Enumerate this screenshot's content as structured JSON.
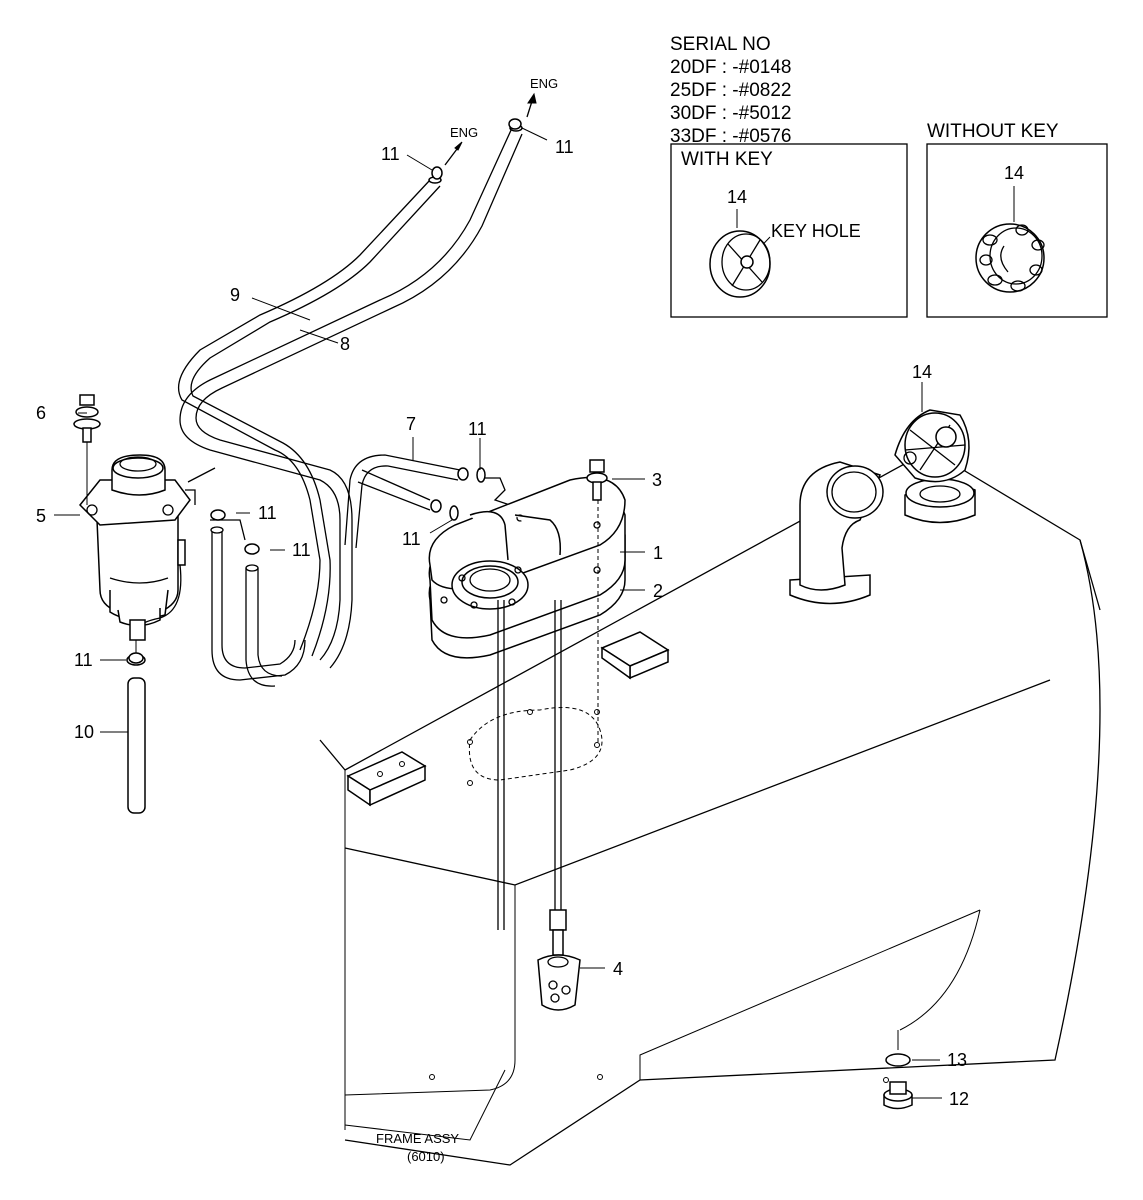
{
  "serial": {
    "heading": "SERIAL NO",
    "rows": [
      "20DF : -#0148",
      "25DF : -#0822",
      "30DF : -#5012",
      "33DF : -#0576"
    ]
  },
  "with_key": {
    "title": "WITH KEY",
    "part_no": "14",
    "key_hole": "KEY HOLE"
  },
  "without_key": {
    "title": "WITHOUT KEY",
    "part_no": "14"
  },
  "eng_labels": [
    "ENG",
    "ENG"
  ],
  "callouts": {
    "p1": "1",
    "p2": "2",
    "p3": "3",
    "p4": "4",
    "p5": "5",
    "p6": "6",
    "p7": "7",
    "p8": "8",
    "p9": "9",
    "p10": "10",
    "p11a": "11",
    "p11b": "11",
    "p11c": "11",
    "p11d": "11",
    "p11e": "11",
    "p11f": "11",
    "p11g": "11",
    "p12": "12",
    "p13": "13",
    "p14": "14"
  },
  "frame": {
    "line1": "FRAME ASSY",
    "line2": "(6010)"
  }
}
